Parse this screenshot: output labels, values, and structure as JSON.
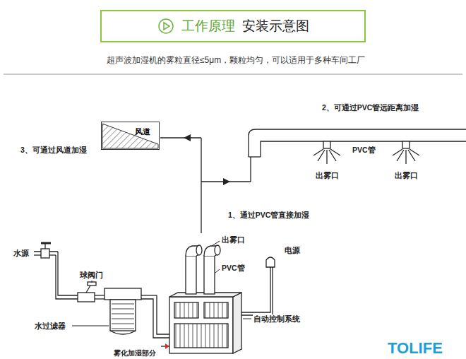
{
  "diagram": {
    "nodes": [
      {
        "text": [
          "工作原理",
          "安装示意图"
        ]
      },
      {
        "text": [
          "风道"
        ]
      }
    ],
    "labels": [
      "超声波加湿机的雾粒直径≤5μm，颗粒均匀，可以适用于多种车间工厂",
      "3、可通过风道加湿",
      "2、可通过PVC管远距离加湿",
      "PVC管",
      "出雾口",
      "出雾口",
      "1、通过PVC管直接加湿",
      "出雾口",
      "PVC管",
      "电源",
      "水源",
      "球阀门",
      "水过滤器",
      "自动控制系统",
      "雾化加湿部分",
      "TOLIFE"
    ]
  }
}
